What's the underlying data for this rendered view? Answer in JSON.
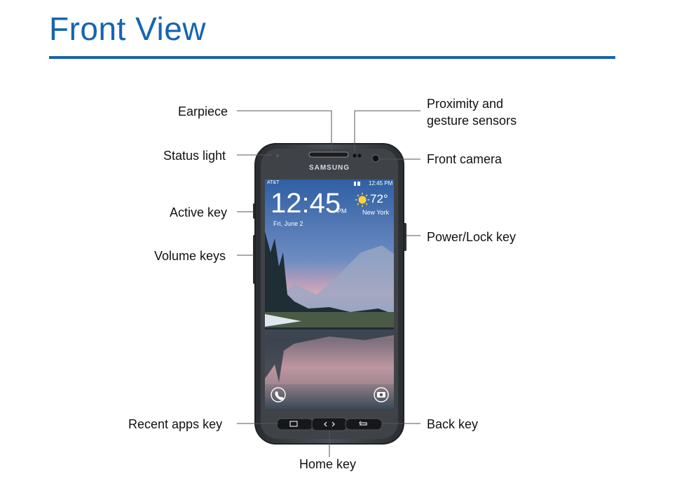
{
  "page": {
    "title": "Front View"
  },
  "callouts": {
    "earpiece": "Earpiece",
    "status_light": "Status light",
    "active_key": "Active key",
    "volume_keys": "Volume keys",
    "recent_apps_key": "Recent apps key",
    "home_key": "Home key",
    "proximity_line1": "Proximity and",
    "proximity_line2": "gesture sensors",
    "front_camera": "Front camera",
    "power_lock_key": "Power/Lock key",
    "back_key": "Back key"
  },
  "phone": {
    "brand": "SAMSUNG",
    "carrier": "AT&T",
    "status_time": "12:45 PM",
    "clock_time": "12:45",
    "clock_ampm": "PM",
    "date": "Fri, June 2",
    "weather_temp": "72°",
    "weather_city": "New York",
    "weather_icon": "sun-icon"
  },
  "colors": {
    "accent": "#1565b0",
    "phone_body": "#3b3f44",
    "screen_sky": "#5b7fb0"
  }
}
